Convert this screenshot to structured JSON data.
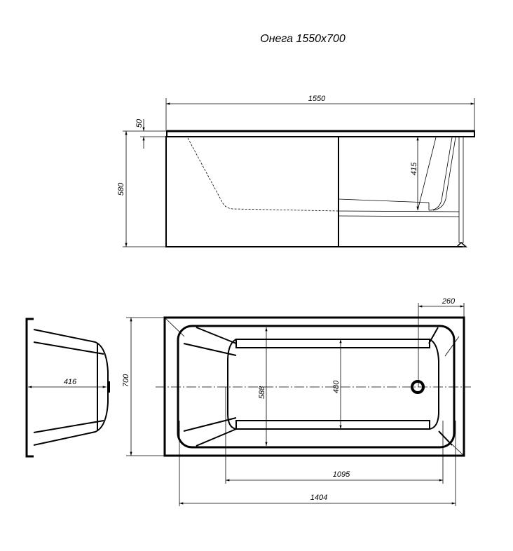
{
  "title": "Онега 1550x700",
  "side_view": {
    "length": "1550",
    "rim": "50",
    "height": "580",
    "depth": "415"
  },
  "end_view": {
    "width": "416"
  },
  "top_view": {
    "width": "700",
    "inner_width": "588",
    "bottom_width": "480",
    "bottom_length": "1095",
    "inner_length": "1404",
    "drain_offset": "260"
  },
  "colors": {
    "line": "#000000",
    "background": "#ffffff"
  }
}
